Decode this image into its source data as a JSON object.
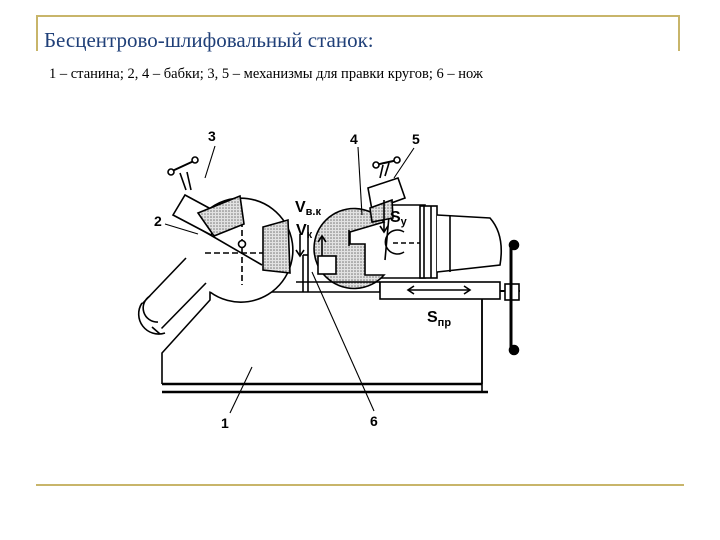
{
  "slide": {
    "title": "Бесцентрово-шлифовальный станок:",
    "caption": "1 – станина; 2, 4 – бабки; 3, 5 – механизмы для правки кругов; 6 – нож"
  },
  "diagram": {
    "callouts": [
      "1",
      "2",
      "3",
      "4",
      "5",
      "6"
    ],
    "speed_wheel_dressing": "V",
    "speed_wheel_dressing_sub": "в.к",
    "speed_wheel": "V",
    "speed_wheel_sub": "к",
    "feed_vertical": "S",
    "feed_vertical_sub": "у",
    "feed_longitudinal": "S",
    "feed_longitudinal_sub": "пр"
  },
  "colors": {
    "accent_rule": "#c8b56a",
    "title": "#1f3f78",
    "line": "#000000",
    "stipple": "#9a9a9a"
  }
}
